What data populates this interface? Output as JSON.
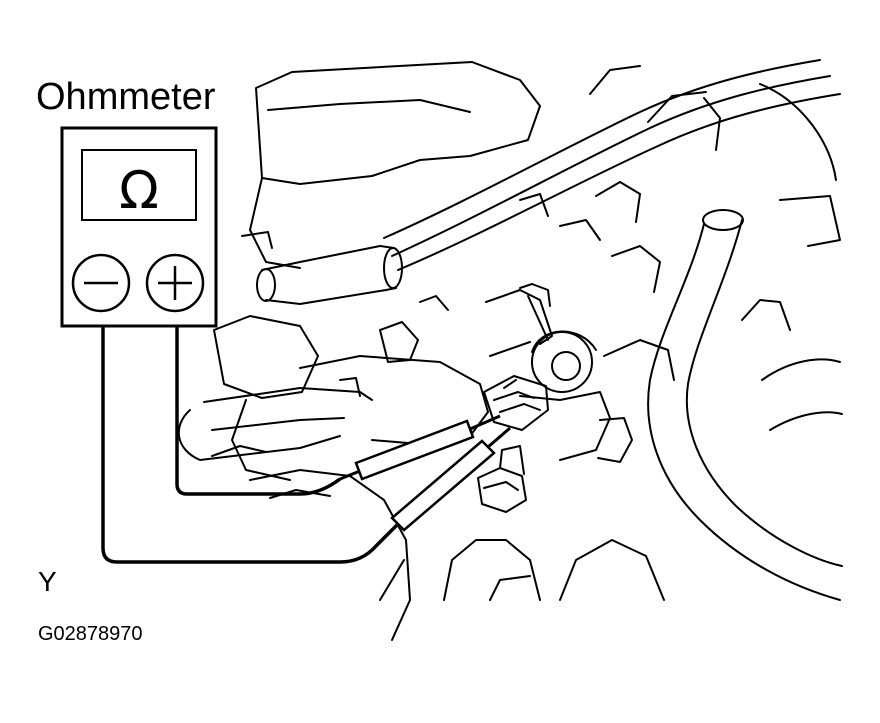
{
  "meter": {
    "title": "Ohmmeter",
    "display_symbol": "Ω",
    "negative_symbol": "−",
    "positive_symbol": "+"
  },
  "view_label": "Y",
  "figure_code": "G02878970",
  "icons": {
    "display": "ohm-symbol",
    "negative_terminal": "minus-circle-icon",
    "positive_terminal": "plus-circle-icon"
  }
}
